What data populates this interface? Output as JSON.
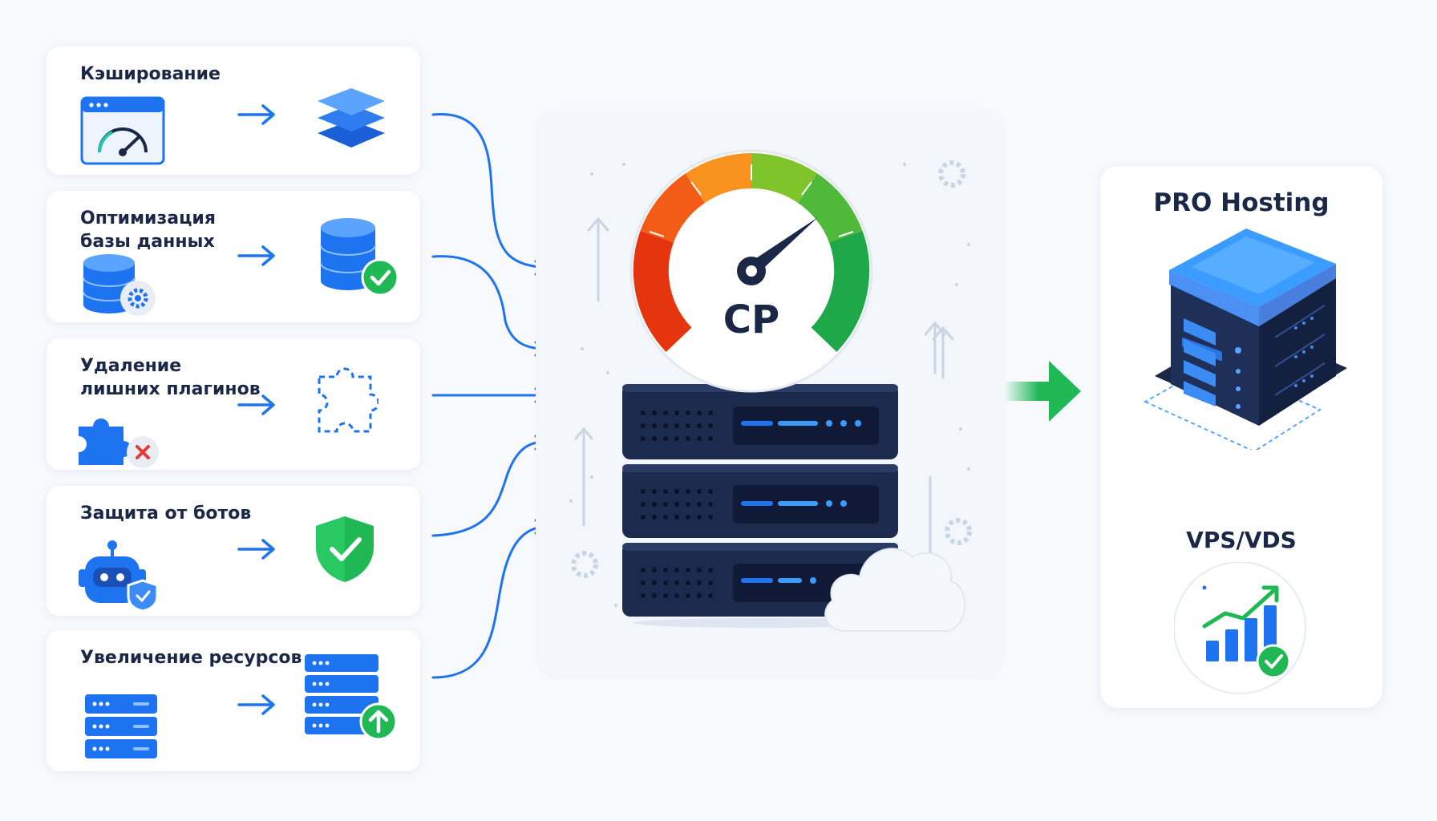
{
  "steps": [
    {
      "title": "Кэширование",
      "icon_before": "browser-speed-icon",
      "icon_after": "layers-stack-icon"
    },
    {
      "title": "Оптимизация\nбазы данных",
      "icon_before": "database-gear-icon",
      "icon_after": "database-check-icon"
    },
    {
      "title": "Удаление\nлишних плагинов",
      "icon_before": "puzzle-remove-icon",
      "icon_after": "puzzle-outline-icon"
    },
    {
      "title": "Защита от ботов",
      "icon_before": "bot-shield-icon",
      "icon_after": "shield-check-icon"
    },
    {
      "title": "Увеличение ресурсов",
      "icon_before": "server-rack-icon",
      "icon_after": "server-upgrade-icon"
    }
  ],
  "center": {
    "gauge_label": "CP"
  },
  "result": {
    "title": "PRO Hosting",
    "subtitle": "VPS/VDS"
  },
  "colors": {
    "accent": "#1e74f0",
    "dark": "#1b2746",
    "green": "#1fb855",
    "card": "#ffffff",
    "background": "#f7f9fc"
  }
}
